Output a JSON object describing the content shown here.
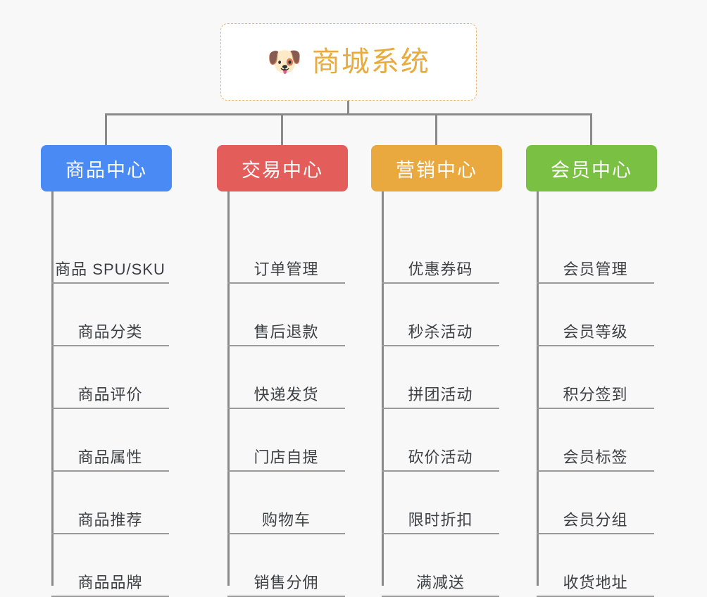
{
  "background_color": "#f8f8f8",
  "root": {
    "icon": "shiba-dog-emoji",
    "emoji": "🐶",
    "title": "商城系统",
    "title_color": "#e8ab3c",
    "border_color": "#e8b96a",
    "background": "#ffffff"
  },
  "connector_color": "#8a8a8a",
  "columns": [
    {
      "header": "商品中心",
      "color": "#4a8af4",
      "items": [
        "商品 SPU/SKU",
        "商品分类",
        "商品评价",
        "商品属性",
        "商品推荐",
        "商品品牌"
      ]
    },
    {
      "header": "交易中心",
      "color": "#e35d5b",
      "items": [
        "订单管理",
        "售后退款",
        "快递发货",
        "门店自提",
        "购物车",
        "销售分佣"
      ]
    },
    {
      "header": "营销中心",
      "color": "#eaa93f",
      "items": [
        "优惠券码",
        "秒杀活动",
        "拼团活动",
        "砍价活动",
        "限时折扣",
        "满减送"
      ]
    },
    {
      "header": "会员中心",
      "color": "#7ac143",
      "items": [
        "会员管理",
        "会员等级",
        "积分签到",
        "会员标签",
        "会员分组",
        "收货地址"
      ]
    }
  ]
}
